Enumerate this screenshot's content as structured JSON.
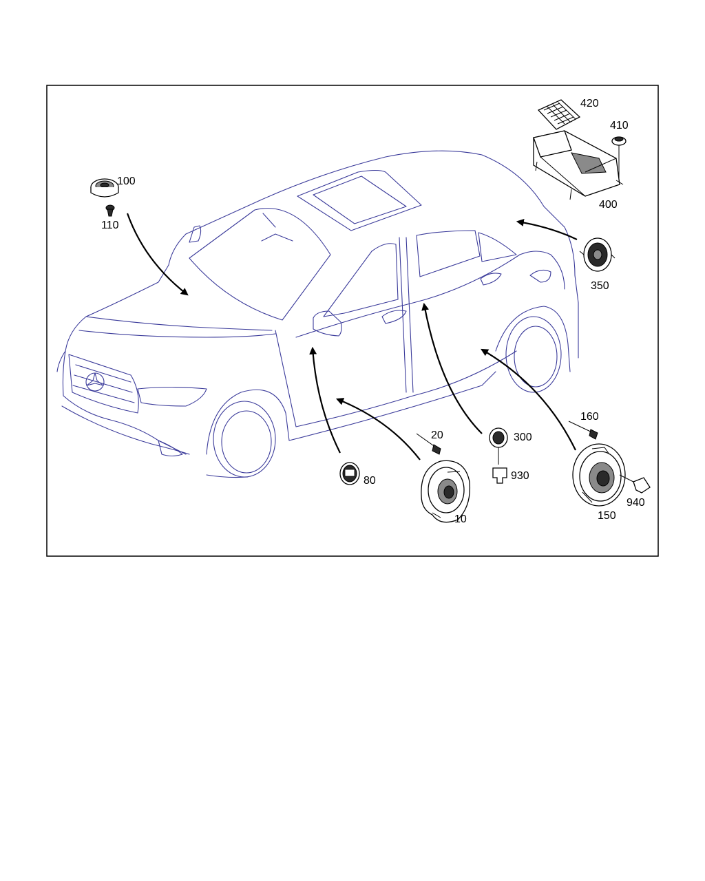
{
  "labels": {
    "p420": "420",
    "p410": "410",
    "p400": "400",
    "p100": "100",
    "p110": "110",
    "p350": "350",
    "p160": "160",
    "p20": "20",
    "p300": "300",
    "p930": "930",
    "p80": "80",
    "p10": "10",
    "p150": "150",
    "p940": "940"
  },
  "colors": {
    "car_outline": "#3a3a9a",
    "arrows": "#000000",
    "frame": "#000000"
  }
}
